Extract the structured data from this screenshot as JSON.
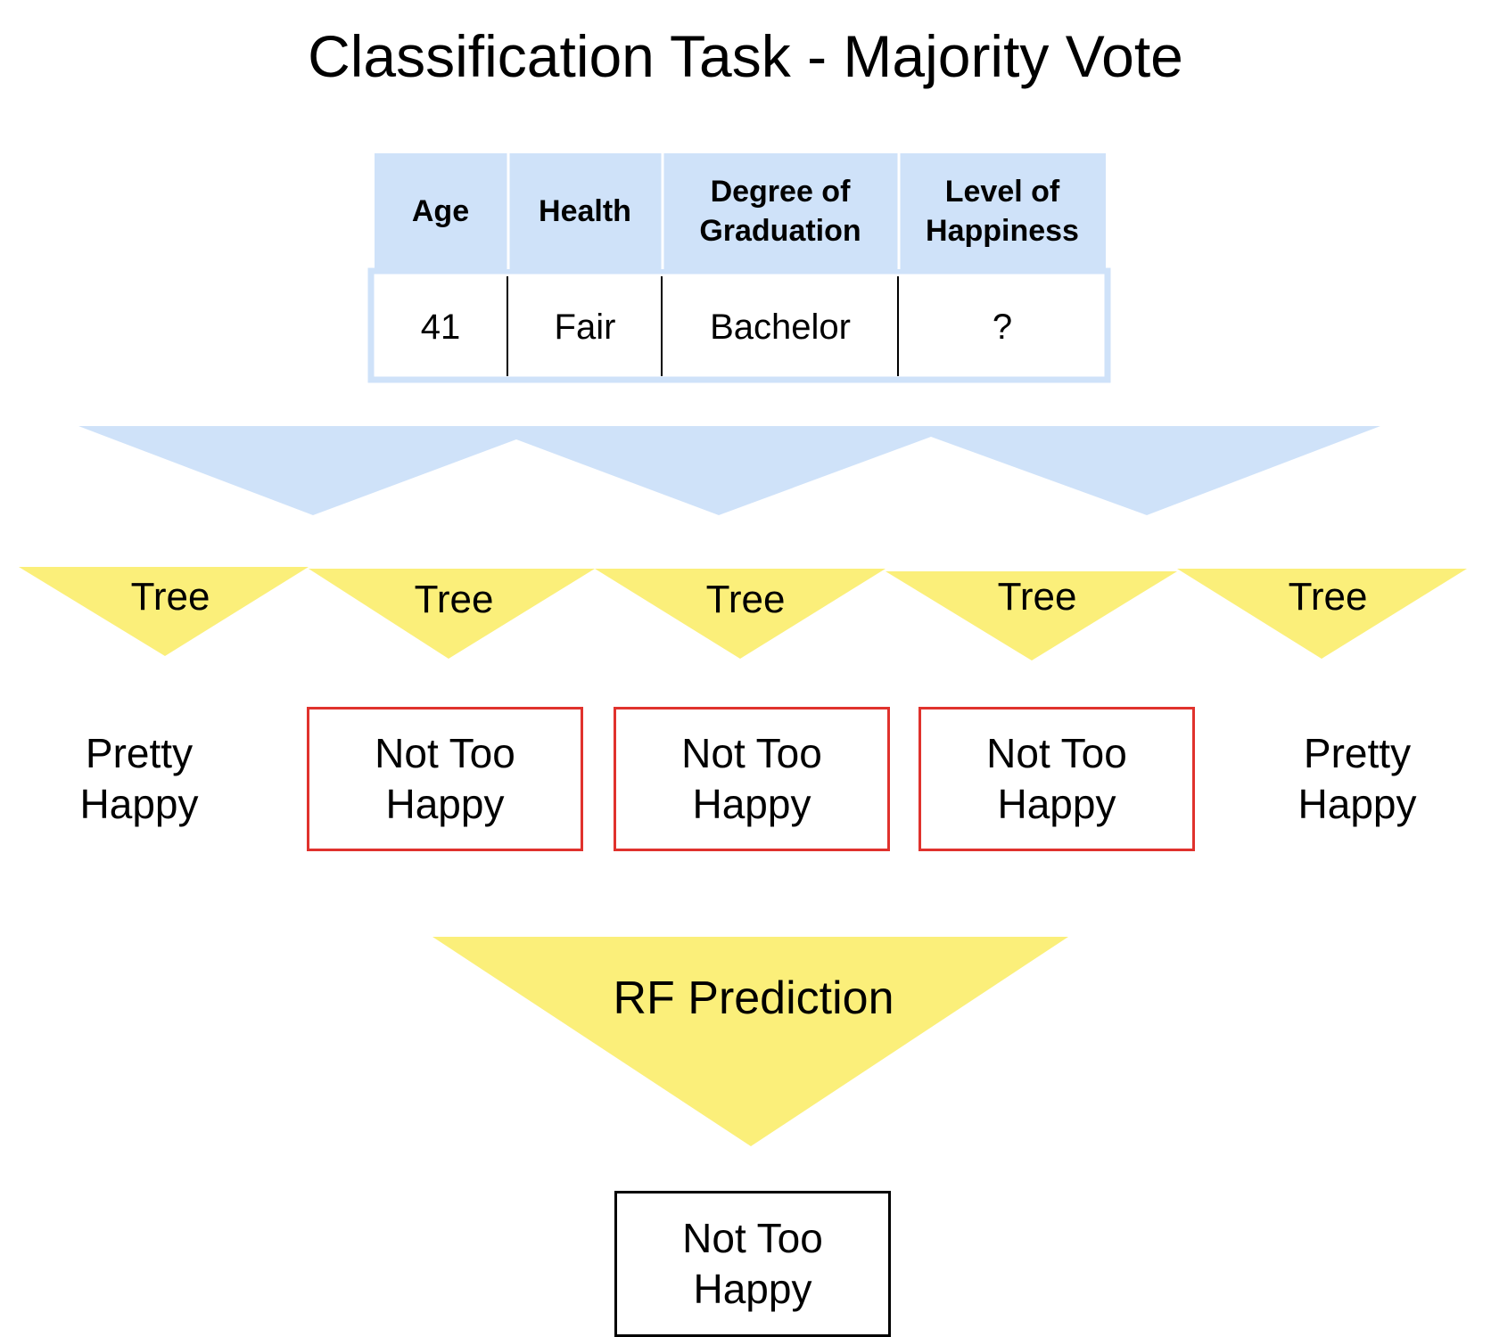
{
  "title": "Classification Task - Majority Vote",
  "colors": {
    "table_fill": "#cfe2f9",
    "tree_fill": "#fbef7a",
    "vote_box": "#e0322d",
    "final_box": "#000000"
  },
  "table": {
    "headers": [
      "Age",
      "Health",
      "Degree of\nGraduation",
      "Level of\nHappiness"
    ],
    "row": [
      "41",
      "Fair",
      "Bachelor",
      "?"
    ]
  },
  "trees": [
    {
      "label": "Tree",
      "vote": "Pretty\nHappy",
      "majority": false
    },
    {
      "label": "Tree",
      "vote": "Not Too\nHappy",
      "majority": true
    },
    {
      "label": "Tree",
      "vote": "Not Too\nHappy",
      "majority": true
    },
    {
      "label": "Tree",
      "vote": "Not Too\nHappy",
      "majority": true
    },
    {
      "label": "Tree",
      "vote": "Pretty\nHappy",
      "majority": false
    }
  ],
  "rf": {
    "label": "RF Prediction",
    "result": "Not Too\nHappy"
  }
}
